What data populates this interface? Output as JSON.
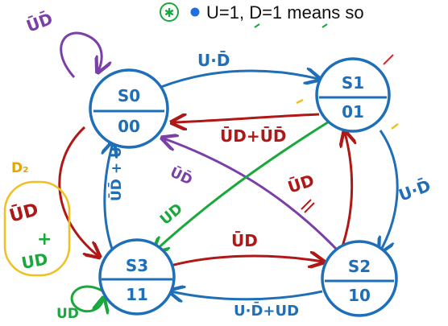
{
  "header": {
    "note_text": "U=1, D=1 means so",
    "badge_symbol": "✱",
    "bullet_color": "#1f6fe0"
  },
  "states": [
    {
      "id": "s0",
      "name": "S0",
      "output": "00"
    },
    {
      "id": "s1",
      "name": "S1",
      "output": "01"
    },
    {
      "id": "s2",
      "name": "S2",
      "output": "10"
    },
    {
      "id": "s3",
      "name": "S3",
      "output": "11"
    }
  ],
  "transitions": [
    {
      "id": "s0-self",
      "from": "S0",
      "to": "S0",
      "label": "ŪD̄",
      "color": "#7b3fa8"
    },
    {
      "id": "s0-s1",
      "from": "S0",
      "to": "S1",
      "label": "U·D̄",
      "color": "#1f6fb8"
    },
    {
      "id": "s1-s0",
      "from": "S1",
      "to": "S0",
      "label": "ŪD+ŪD̄",
      "color": "#b01818"
    },
    {
      "id": "s1-s2",
      "from": "S1",
      "to": "S2",
      "label": "U·D̄",
      "color": "#1f6fb8"
    },
    {
      "id": "s2-s1",
      "from": "S2",
      "to": "S1",
      "label": "ŪD",
      "color": "#b01818"
    },
    {
      "id": "s2-s0",
      "from": "S2",
      "to": "S0",
      "label": "ŪD̄",
      "color": "#7b3fa8"
    },
    {
      "id": "s1-s3",
      "from": "S1",
      "to": "S3",
      "label": "UD",
      "color": "#1aa83c"
    },
    {
      "id": "s3-s2",
      "from": "S3",
      "to": "S2",
      "label": "ŪD",
      "color": "#b01818"
    },
    {
      "id": "s2-s3",
      "from": "S2",
      "to": "S3",
      "label": "U·D̄+UD",
      "color": "#1f6fb8"
    },
    {
      "id": "s3-s0",
      "from": "S3",
      "to": "S0",
      "label": "ŪD̄ + UD̄",
      "color": "#1f6fb8"
    },
    {
      "id": "s0-s3",
      "from": "S0",
      "to": "S3",
      "label": "ŪD + UD",
      "color": "#b01818"
    },
    {
      "id": "s3-self",
      "from": "S3",
      "to": "S3",
      "label": "UD",
      "color": "#1aa83c"
    }
  ],
  "annotations": {
    "d2_label": "D₂",
    "group_top": "ŪD",
    "group_plus": "+",
    "group_bottom": "UD",
    "highlight_color": "#f0c020"
  }
}
